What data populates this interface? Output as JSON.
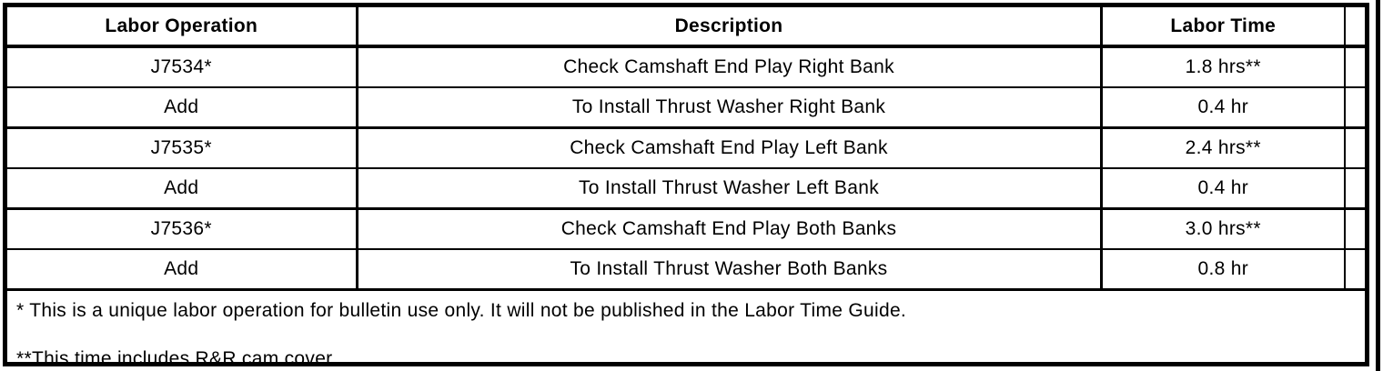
{
  "document": {
    "table": {
      "columns": [
        "Labor Operation",
        "Description",
        "Labor Time"
      ],
      "rows": [
        {
          "labor_operation": "J7534*",
          "description": "Check Camshaft End Play Right Bank",
          "labor_time": "1.8 hrs**"
        },
        {
          "labor_operation": "Add",
          "description": "To Install Thrust Washer Right Bank",
          "labor_time": "0.4 hr"
        },
        {
          "labor_operation": "J7535*",
          "description": "Check Camshaft End Play Left Bank",
          "labor_time": "2.4 hrs**"
        },
        {
          "labor_operation": "Add",
          "description": "To Install Thrust Washer Left Bank",
          "labor_time": "0.4 hr"
        },
        {
          "labor_operation": "J7536*",
          "description": "Check Camshaft End Play Both Banks",
          "labor_time": "3.0 hrs**"
        },
        {
          "labor_operation": "Add",
          "description": "To Install Thrust Washer Both Banks",
          "labor_time": "0.8 hr"
        }
      ],
      "footnotes": [
        "* This is a unique labor operation for bulletin use only. It will not be published in the Labor Time Guide.",
        "**This time includes R&R cam cover."
      ]
    },
    "colors": {
      "ink": "#000000",
      "paper": "#ffffff"
    }
  }
}
